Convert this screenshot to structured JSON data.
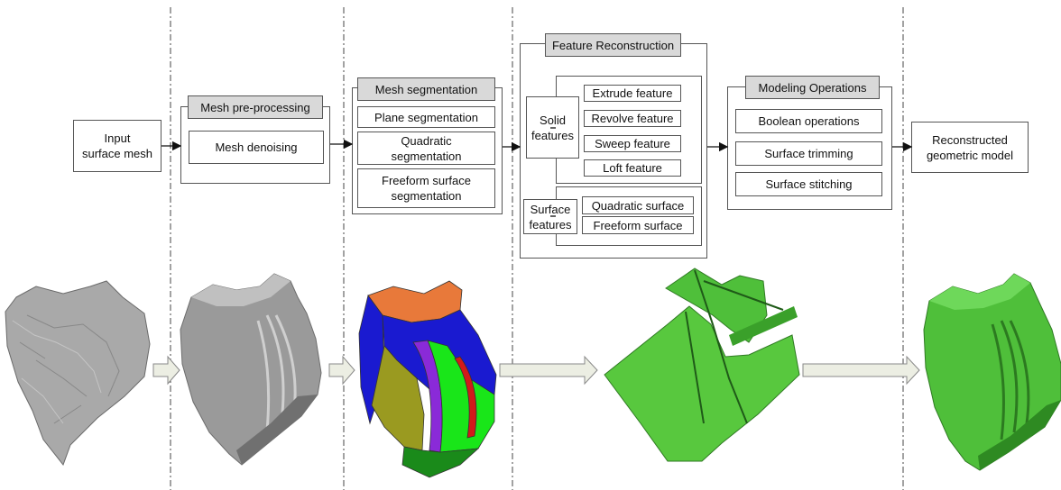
{
  "stages": {
    "input": "Input\nsurface mesh",
    "preprocessing": {
      "header": "Mesh pre-processing",
      "items": [
        "Mesh denoising"
      ]
    },
    "segmentation": {
      "header": "Mesh segmentation",
      "items": [
        "Plane segmentation",
        "Quadratic\nsegmentation",
        "Freeform surface\nsegmentation"
      ]
    },
    "feature_reconstruction": {
      "header": "Feature Reconstruction",
      "solid": {
        "label": "Solid\nfeatures",
        "items": [
          "Extrude feature",
          "Revolve feature",
          "Sweep feature",
          "Loft feature"
        ]
      },
      "surface": {
        "label": "Surface\nfeatures",
        "items": [
          "Quadratic surface",
          "Freeform surface"
        ]
      }
    },
    "modeling": {
      "header": "Modeling Operations",
      "items": [
        "Boolean operations",
        "Surface trimming",
        "Surface stitching"
      ]
    },
    "output": "Reconstructed\ngeometric model"
  },
  "colors": {
    "mesh_gray": "#a9a9a9",
    "model_gray": "#9a9a9a",
    "seg_orange": "#e8793a",
    "seg_blue": "#1a1ad0",
    "seg_green": "#19e619",
    "seg_olive": "#9a9a20",
    "seg_purple": "#8a2ad8",
    "seg_red": "#d21a1a",
    "model_green": "#4fbf3a",
    "arrow_fill": "#ecefe4"
  }
}
